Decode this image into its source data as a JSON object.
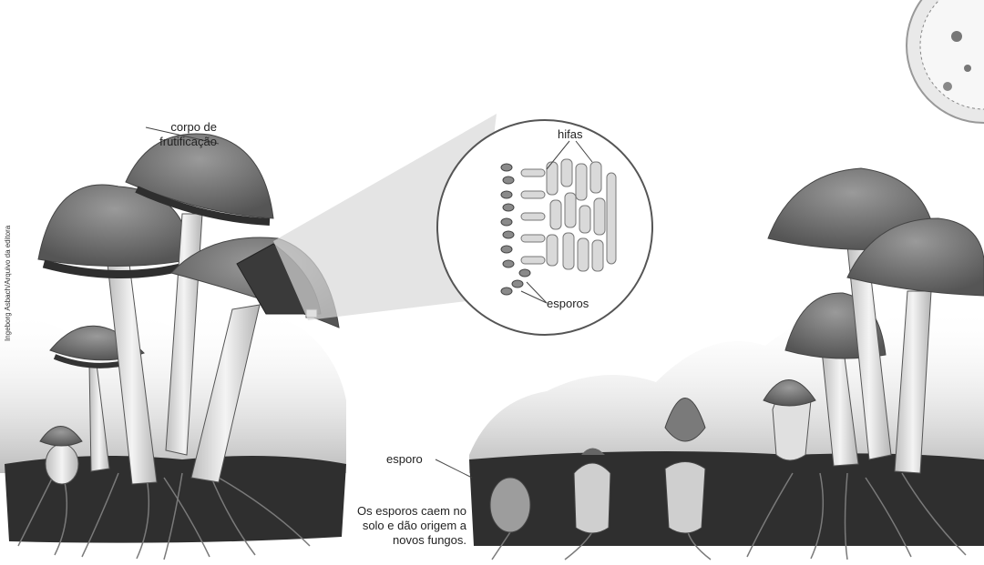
{
  "labels": {
    "fruiting_body_line1": "corpo de",
    "fruiting_body_line2": "frutificação",
    "hyphae": "hifas",
    "spores": "esporos",
    "spore": "esporo",
    "caption_line1": "Os esporos caem no",
    "caption_line2": "solo e dão origem a",
    "caption_line3": "novos fungos."
  },
  "credit": "Ingeborg Asbach/Arquivo da editora",
  "colors": {
    "cap": "#6e6e6e",
    "cap_dark": "#4a4a4a",
    "stem": "#e6e6e6",
    "soil": "#3c3c3c",
    "grass": "#c9c9c9",
    "magnifier_cone": "#dcdcdc",
    "line": "#444444"
  }
}
